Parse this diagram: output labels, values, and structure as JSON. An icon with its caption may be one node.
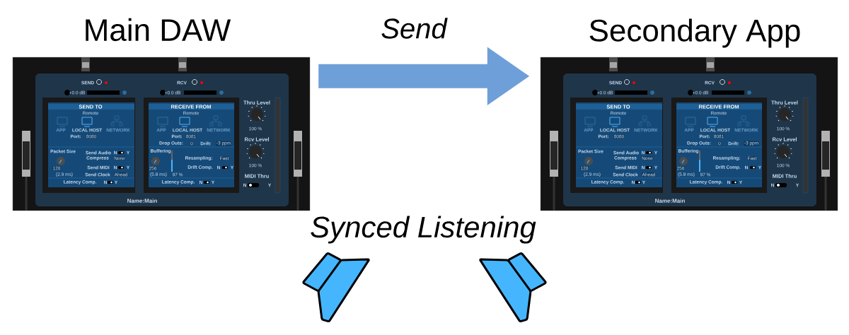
{
  "diagram": {
    "nodes": [
      {
        "text": [
          "Main DAW"
        ]
      },
      {
        "text": [
          "Secondary App"
        ]
      }
    ],
    "edges": [
      {
        "from": 0,
        "to": 1,
        "arrow": "to",
        "label": "Send"
      }
    ],
    "labels": [
      "SEND",
      "RCV",
      "+0.0 dB",
      "+0.0 dB",
      "SEND TO",
      "Remote",
      "APP",
      "LOCAL HOST",
      "NETWORK",
      "Port:",
      "8080",
      "Packet Size",
      "Send Audio",
      "N",
      "Y",
      "Compress",
      "None",
      "128",
      "(2.9 ms)",
      "Send MIDI",
      "N",
      "Y",
      "Send Clock",
      "Ahead",
      "Latency Comp.",
      "N",
      "Y",
      "RECEIVE FROM",
      "Remote",
      "APP",
      "LOCAL HOST",
      "NETWORK",
      "Port:",
      "8081",
      "Drop Outs:",
      "0",
      "Drift:",
      "-3 ppm",
      "Buffering",
      "Resampling:",
      "Fast",
      "256",
      "(5.8 ms)",
      "97 %",
      "Drift Comp.",
      "N",
      "Y",
      "Latency Comp.",
      "N",
      "Y",
      "Thru Level",
      "100 %",
      "Rcv Level",
      "100 %",
      "MIDI Thru",
      "N",
      "Y",
      "Name:Main",
      "SEND",
      "RCV",
      "+0.0 dB",
      "+0.0 dB",
      "SEND TO",
      "Remote",
      "APP",
      "LOCAL HOST",
      "NETWORK",
      "Port:",
      "8080",
      "Packet Size",
      "Send Audio",
      "N",
      "Y",
      "Compress",
      "None",
      "128",
      "(2.9 ms)",
      "Send MIDI",
      "N",
      "Y",
      "Send Clock",
      "Ahead",
      "Latency Comp.",
      "N",
      "Y",
      "RECEIVE FROM",
      "Remote",
      "APP",
      "LOCAL HOST",
      "NETWORK",
      "Port:",
      "8081",
      "Drop Outs:",
      "0",
      "Drift:",
      "-3 ppm",
      "Buffering",
      "Resampling:",
      "Fast",
      "256",
      "(5.8 ms)",
      "97 %",
      "Drift Comp.",
      "N",
      "Y",
      "Latency Comp.",
      "N",
      "Y",
      "Thru Level",
      "100 %",
      "Rcv Level",
      "100 %",
      "MIDI Thru",
      "N",
      "Y",
      "Name:Main",
      "Synced Listening"
    ]
  }
}
